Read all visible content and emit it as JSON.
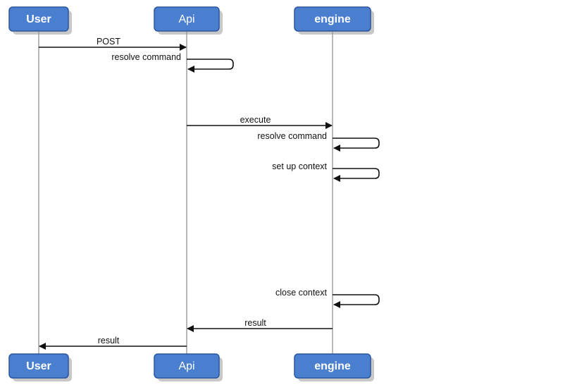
{
  "participants": [
    {
      "id": "user",
      "label": "User",
      "bold": true
    },
    {
      "id": "api",
      "label": "Api",
      "bold": false
    },
    {
      "id": "engine",
      "label": "engine",
      "bold": true
    }
  ],
  "messages": [
    {
      "from": "user",
      "to": "api",
      "label": "POST"
    },
    {
      "from": "api",
      "to": "api",
      "label": "resolve command"
    },
    {
      "from": "api",
      "to": "engine",
      "label": "execute"
    },
    {
      "from": "engine",
      "to": "engine",
      "label": "resolve command"
    },
    {
      "from": "engine",
      "to": "engine",
      "label": "set up context"
    },
    {
      "from": "engine",
      "to": "engine",
      "label": "close context"
    },
    {
      "from": "engine",
      "to": "api",
      "label": "result"
    },
    {
      "from": "api",
      "to": "user",
      "label": "result"
    }
  ],
  "colors": {
    "actor_fill": "#4a7fd0",
    "actor_border": "#2a559e",
    "actor_text": "#ffffff",
    "lifeline": "#b8b8b8",
    "arrow": "#111111"
  }
}
